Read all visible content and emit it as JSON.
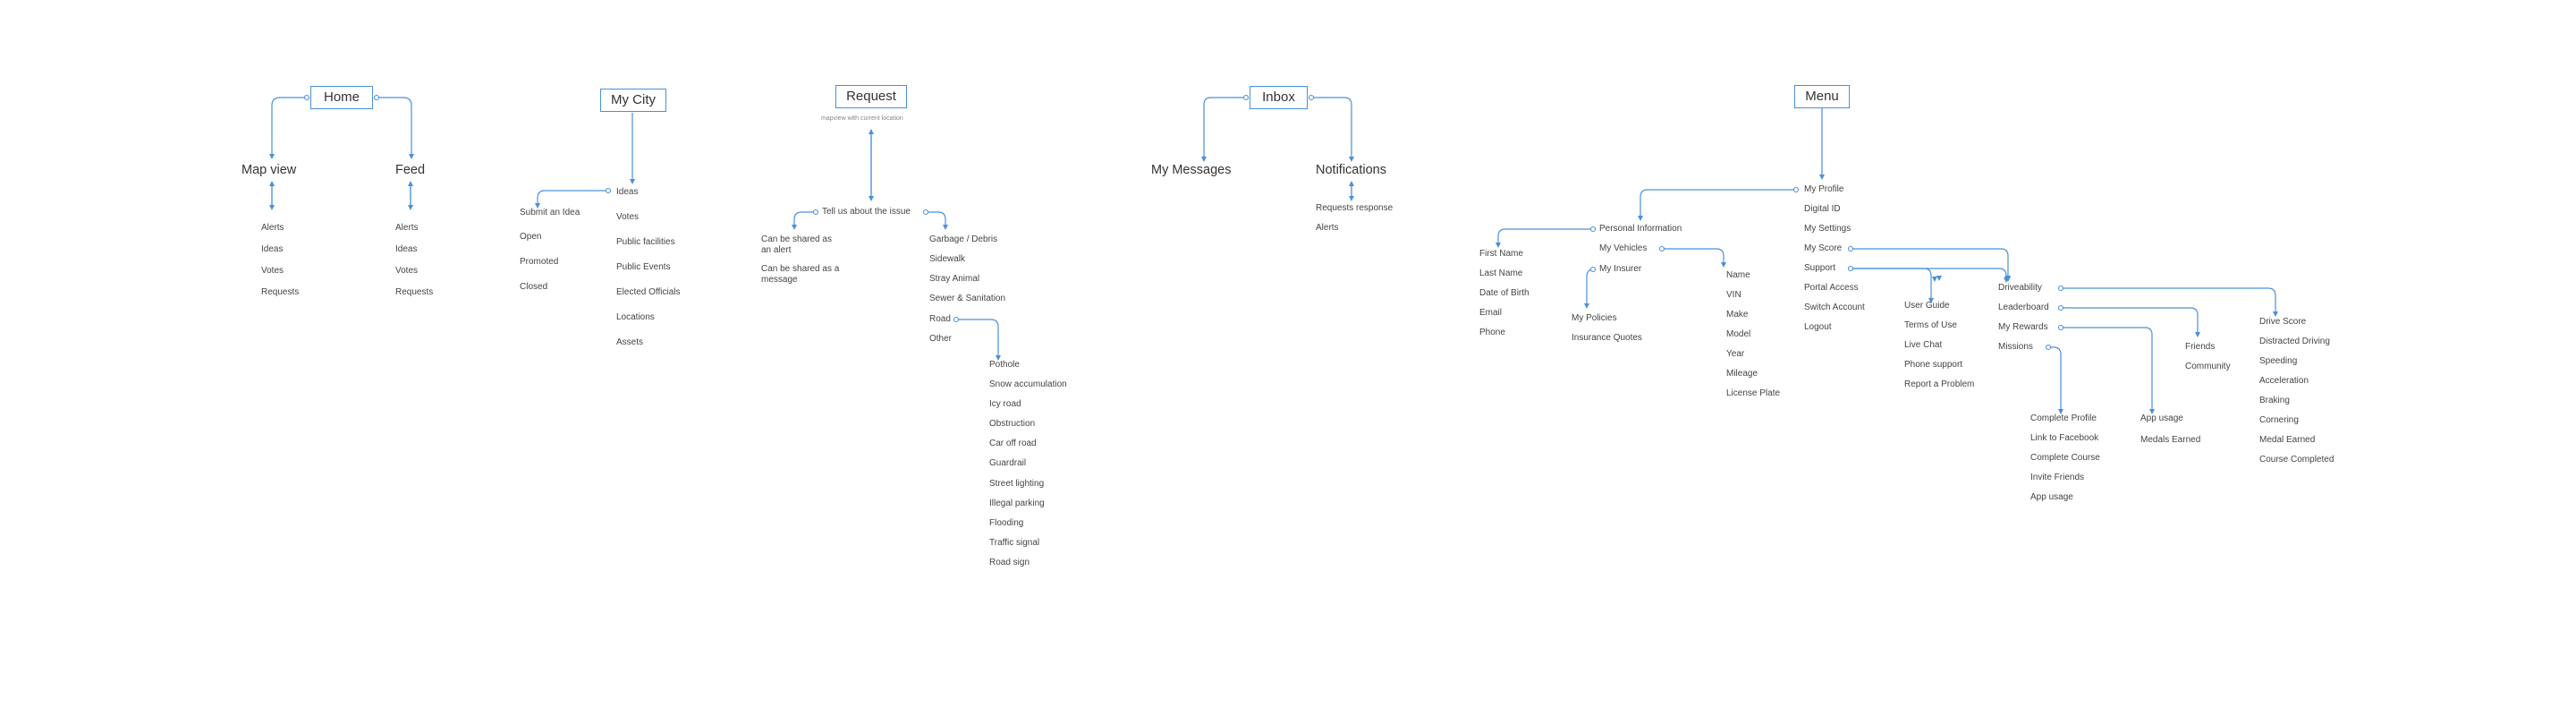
{
  "home": {
    "title": "Home",
    "map_view": {
      "title": "Map view",
      "items": [
        "Alerts",
        "Ideas",
        "Votes",
        "Requests"
      ]
    },
    "feed": {
      "title": "Feed",
      "items": [
        "Alerts",
        "Ideas",
        "Votes",
        "Requests"
      ]
    }
  },
  "my_city": {
    "title": "My City",
    "left_items": [
      "Submit an Idea",
      "Open",
      "Promoted",
      "Closed"
    ],
    "right_items": [
      "Ideas",
      "Votes",
      "Public facilities",
      "Public Events",
      "Elected Officials",
      "Locations",
      "Assets"
    ]
  },
  "request": {
    "title": "Request",
    "note": "mapview with current location",
    "prompt": "Tell us about the issue",
    "share_alert": [
      "Can be shared as",
      "an alert"
    ],
    "share_message": [
      "Can be shared as a",
      "message"
    ],
    "categories": [
      "Garbage / Debris",
      "Sidewalk",
      "Stray Animal",
      "Sewer & Sanitation",
      "Road",
      "Other"
    ],
    "road_items": [
      "Pothole",
      "Snow accumulation",
      "Icy road",
      "Obstruction",
      "Car off road",
      "Guardrail",
      "Street lighting",
      "Illegal parking",
      "Flooding",
      "Traffic signal",
      "Road sign"
    ]
  },
  "inbox": {
    "title": "Inbox",
    "my_messages": "My Messages",
    "notifications": {
      "title": "Notifications",
      "items": [
        "Requests response",
        "Alerts"
      ]
    }
  },
  "menu": {
    "title": "Menu",
    "items": [
      "My Profile",
      "Digital ID",
      "My Settings",
      "My Score",
      "Support",
      "Portal Access",
      "Switch Account",
      "Logout"
    ],
    "personal_information": {
      "title": "Personal Information",
      "items": [
        "First Name",
        "Last Name",
        "Date of Birth",
        "Email",
        "Phone"
      ]
    },
    "my_vehicles": {
      "title": "My Vehicles",
      "items": [
        "Name",
        "VIN",
        "Make",
        "Model",
        "Year",
        "Mileage",
        "License Plate"
      ]
    },
    "my_insurer": {
      "title": "My Insurer",
      "items": [
        "My Policies",
        "Insurance Quotes"
      ]
    },
    "support_items": [
      "User Guide",
      "Terms of Use",
      "Live Chat",
      "Phone support",
      "Report a Problem"
    ],
    "score_items": [
      "Driveability",
      "Leaderboard",
      "My Rewards",
      "Missions"
    ],
    "missions": [
      "Complete Profile",
      "Link to Facebook",
      "Complete Course",
      "Invite Friends",
      "App usage"
    ],
    "rewards": [
      "App usage",
      "Medals Earned"
    ],
    "leaderboard": [
      "Friends",
      "Community"
    ],
    "driveability": [
      "Drive Score",
      "Distracted Driving",
      "Speeding",
      "Acceleration",
      "Braking",
      "Cornering",
      "Medal Earned",
      "Course Completed"
    ]
  },
  "colors": {
    "connector": "#4a90d9",
    "text": "#333333",
    "box_border": "#4a90d9"
  }
}
